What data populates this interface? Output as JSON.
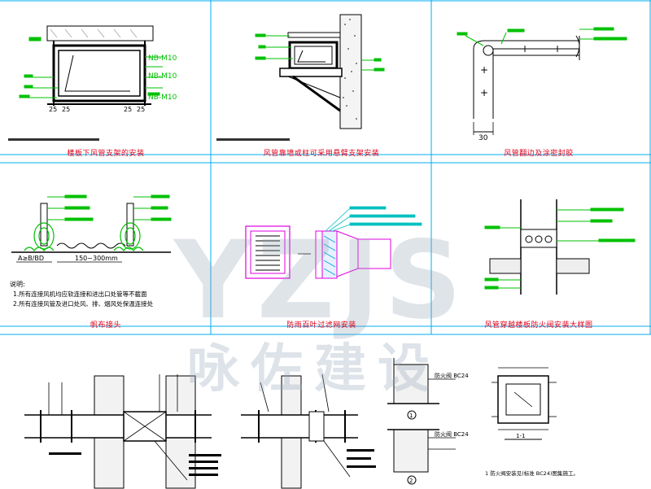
{
  "watermark": {
    "letters": "YZJS",
    "chinese": "咏佐建设"
  },
  "captions": {
    "panel1": "楼板下风管支架的安装",
    "panel2": "风管靠墙或柱可采用悬臂支架安装",
    "panel3": "风管翻边及涂密封胶",
    "panel4": "帆布接头",
    "panel5": "防雨百叶过滤网安装",
    "panel6": "风管穿越楼板防火阀安装大样图"
  },
  "labels": {
    "nb_m10_a": "NB-M10",
    "nb_m10_b": "NB-M10",
    "nb_m10_c": "NB-M10",
    "dim_25_a": "25",
    "dim_25_b": "25",
    "dim_25_c": "25",
    "dim_25_d": "25",
    "dim_30": "30",
    "dim_150_300": "150~300mm",
    "dim_ab": "A≥B/BD",
    "note_title": "说明:",
    "note_1": "1.所有连接风机均应软连接和进出口处管等不截面",
    "note_2": "2.所有连接风管及进口处风、排、烟风处保温连接处",
    "section_1": "1",
    "section_2": "2",
    "section_a": "1-1",
    "fire_label_1": "防火阀 BC24",
    "fire_label_2": "防火阀 BC24",
    "plan_note": "1 防火阀安装见(标准 BC24)图集施工。"
  },
  "colors": {
    "frame": "#00aeef",
    "green": "#00c000",
    "magenta": "#e000e0",
    "caption": "#e2001a",
    "line": "#000000"
  }
}
